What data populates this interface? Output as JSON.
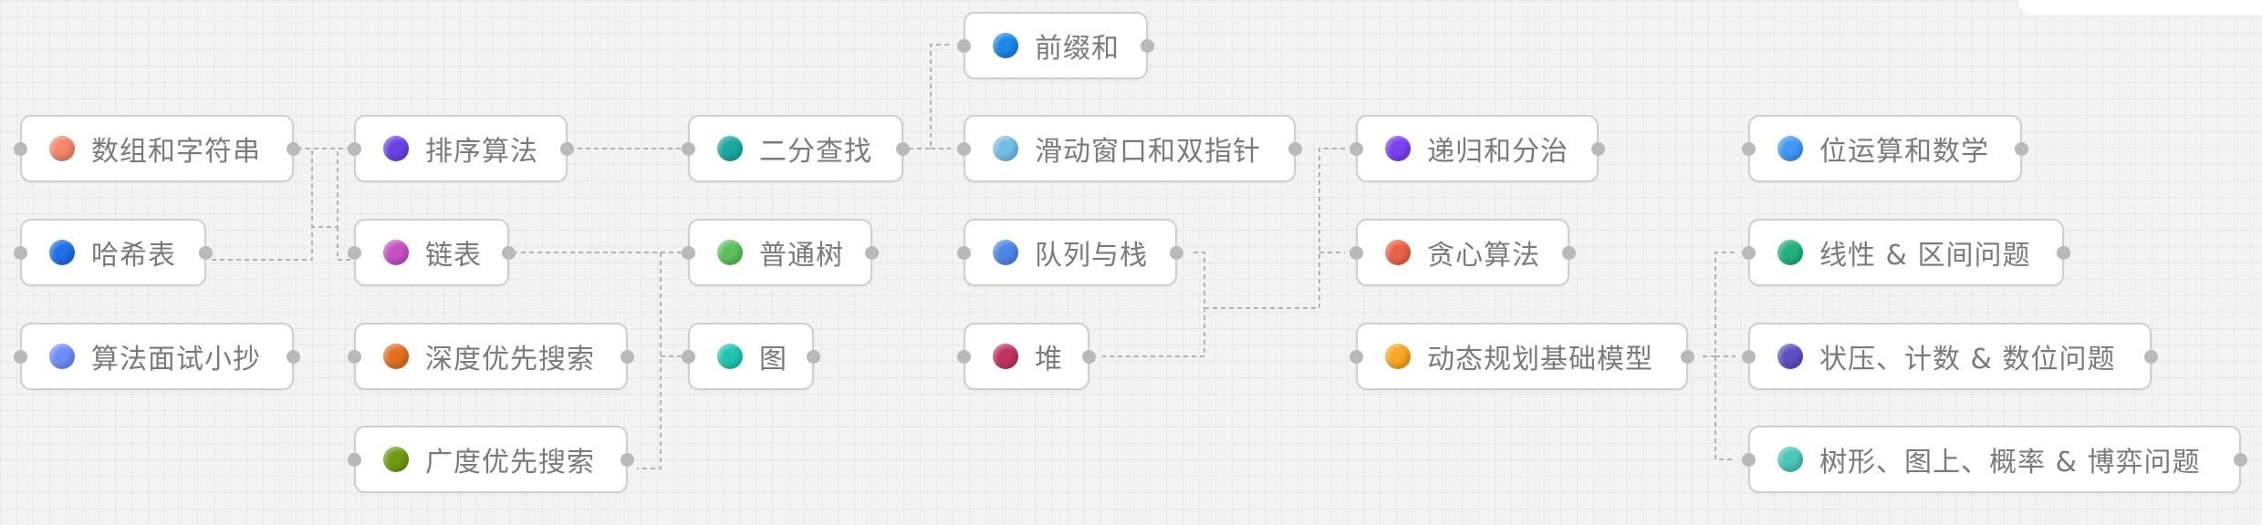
{
  "nodes": [
    {
      "id": "arrays",
      "label": "数组和字符串",
      "color": "#f4876a"
    },
    {
      "id": "hash",
      "label": "哈希表",
      "color": "#1f6ee6"
    },
    {
      "id": "notes",
      "label": "算法面试小抄",
      "color": "#6f8df8"
    },
    {
      "id": "sorting",
      "label": "排序算法",
      "color": "#6a41e6"
    },
    {
      "id": "linkedlist",
      "label": "链表",
      "color": "#c64fc3"
    },
    {
      "id": "dfs",
      "label": "深度优先搜索",
      "color": "#e06f23"
    },
    {
      "id": "bfs",
      "label": "广度优先搜索",
      "color": "#6e9a12"
    },
    {
      "id": "binarysearch",
      "label": "二分查找",
      "color": "#1aa8a0"
    },
    {
      "id": "tree",
      "label": "普通树",
      "color": "#5dc05a"
    },
    {
      "id": "graph",
      "label": "图",
      "color": "#22c4b0"
    },
    {
      "id": "prefix",
      "label": "前缀和",
      "color": "#1c86e4"
    },
    {
      "id": "sliding",
      "label": "滑动窗口和双指针",
      "color": "#72bfe6"
    },
    {
      "id": "queue",
      "label": "队列与栈",
      "color": "#4f86e6"
    },
    {
      "id": "heap",
      "label": "堆",
      "color": "#c0335e"
    },
    {
      "id": "recursion",
      "label": "递归和分治",
      "color": "#7a3ff0"
    },
    {
      "id": "greedy",
      "label": "贪心算法",
      "color": "#e9634a"
    },
    {
      "id": "dp",
      "label": "动态规划基础模型",
      "color": "#f6a623"
    },
    {
      "id": "bits",
      "label": "位运算和数学",
      "color": "#4197f6"
    },
    {
      "id": "linear",
      "label": "线性 & 区间问题",
      "color": "#22b07a"
    },
    {
      "id": "bitmask",
      "label": "状压、计数 & 数位问题",
      "color": "#5c4fc0"
    },
    {
      "id": "treedp",
      "label": "树形、图上、概率 & 博弈问题",
      "color": "#4bc6b8"
    }
  ]
}
